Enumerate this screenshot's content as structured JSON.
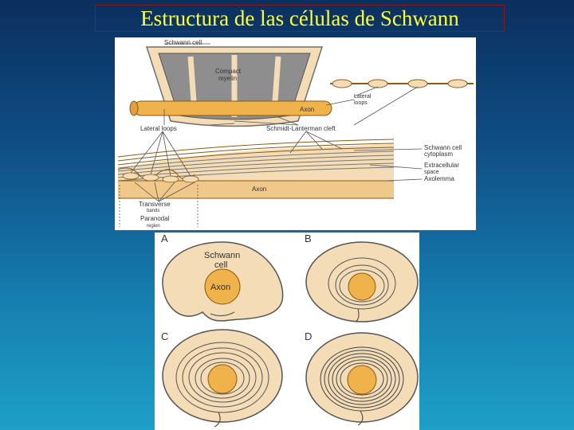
{
  "title": "Estructura de las células de Schwann",
  "top_figure": {
    "schwann_cell": "Schwann cell",
    "compact_myelin_1": "Compact",
    "compact_myelin_2": "myelin",
    "axon_upper": "Axon",
    "lateral_loops_right_1": "Lateral",
    "lateral_loops_right_2": "loops",
    "lateral_loops_left": "Lateral loops",
    "schmidt_lanterman": "Schmidt-Lanterman cleft",
    "schwann_cytoplasm_1": "Schwann cell",
    "schwann_cytoplasm_2": "cytoplasm",
    "extracellular_1": "Extracellular",
    "extracellular_2": "space",
    "axolemma": "Axolemma",
    "axon_lower": "Axon",
    "transverse_1": "Transverse",
    "transverse_2": "bands",
    "paranodal_1": "Paranodal",
    "paranodal_2": "region"
  },
  "bottom_figure": {
    "panel_a": "A",
    "panel_b": "B",
    "panel_c": "C",
    "panel_d": "D",
    "schwann_label_1": "Schwann",
    "schwann_label_2": "cell",
    "axon_label": "Axon"
  },
  "colors": {
    "myelin_fill": "#f3dcb6",
    "axon_fill": "#f0b24a",
    "compact_gray": "#8e8e8e",
    "title_color": "#ffff33"
  }
}
